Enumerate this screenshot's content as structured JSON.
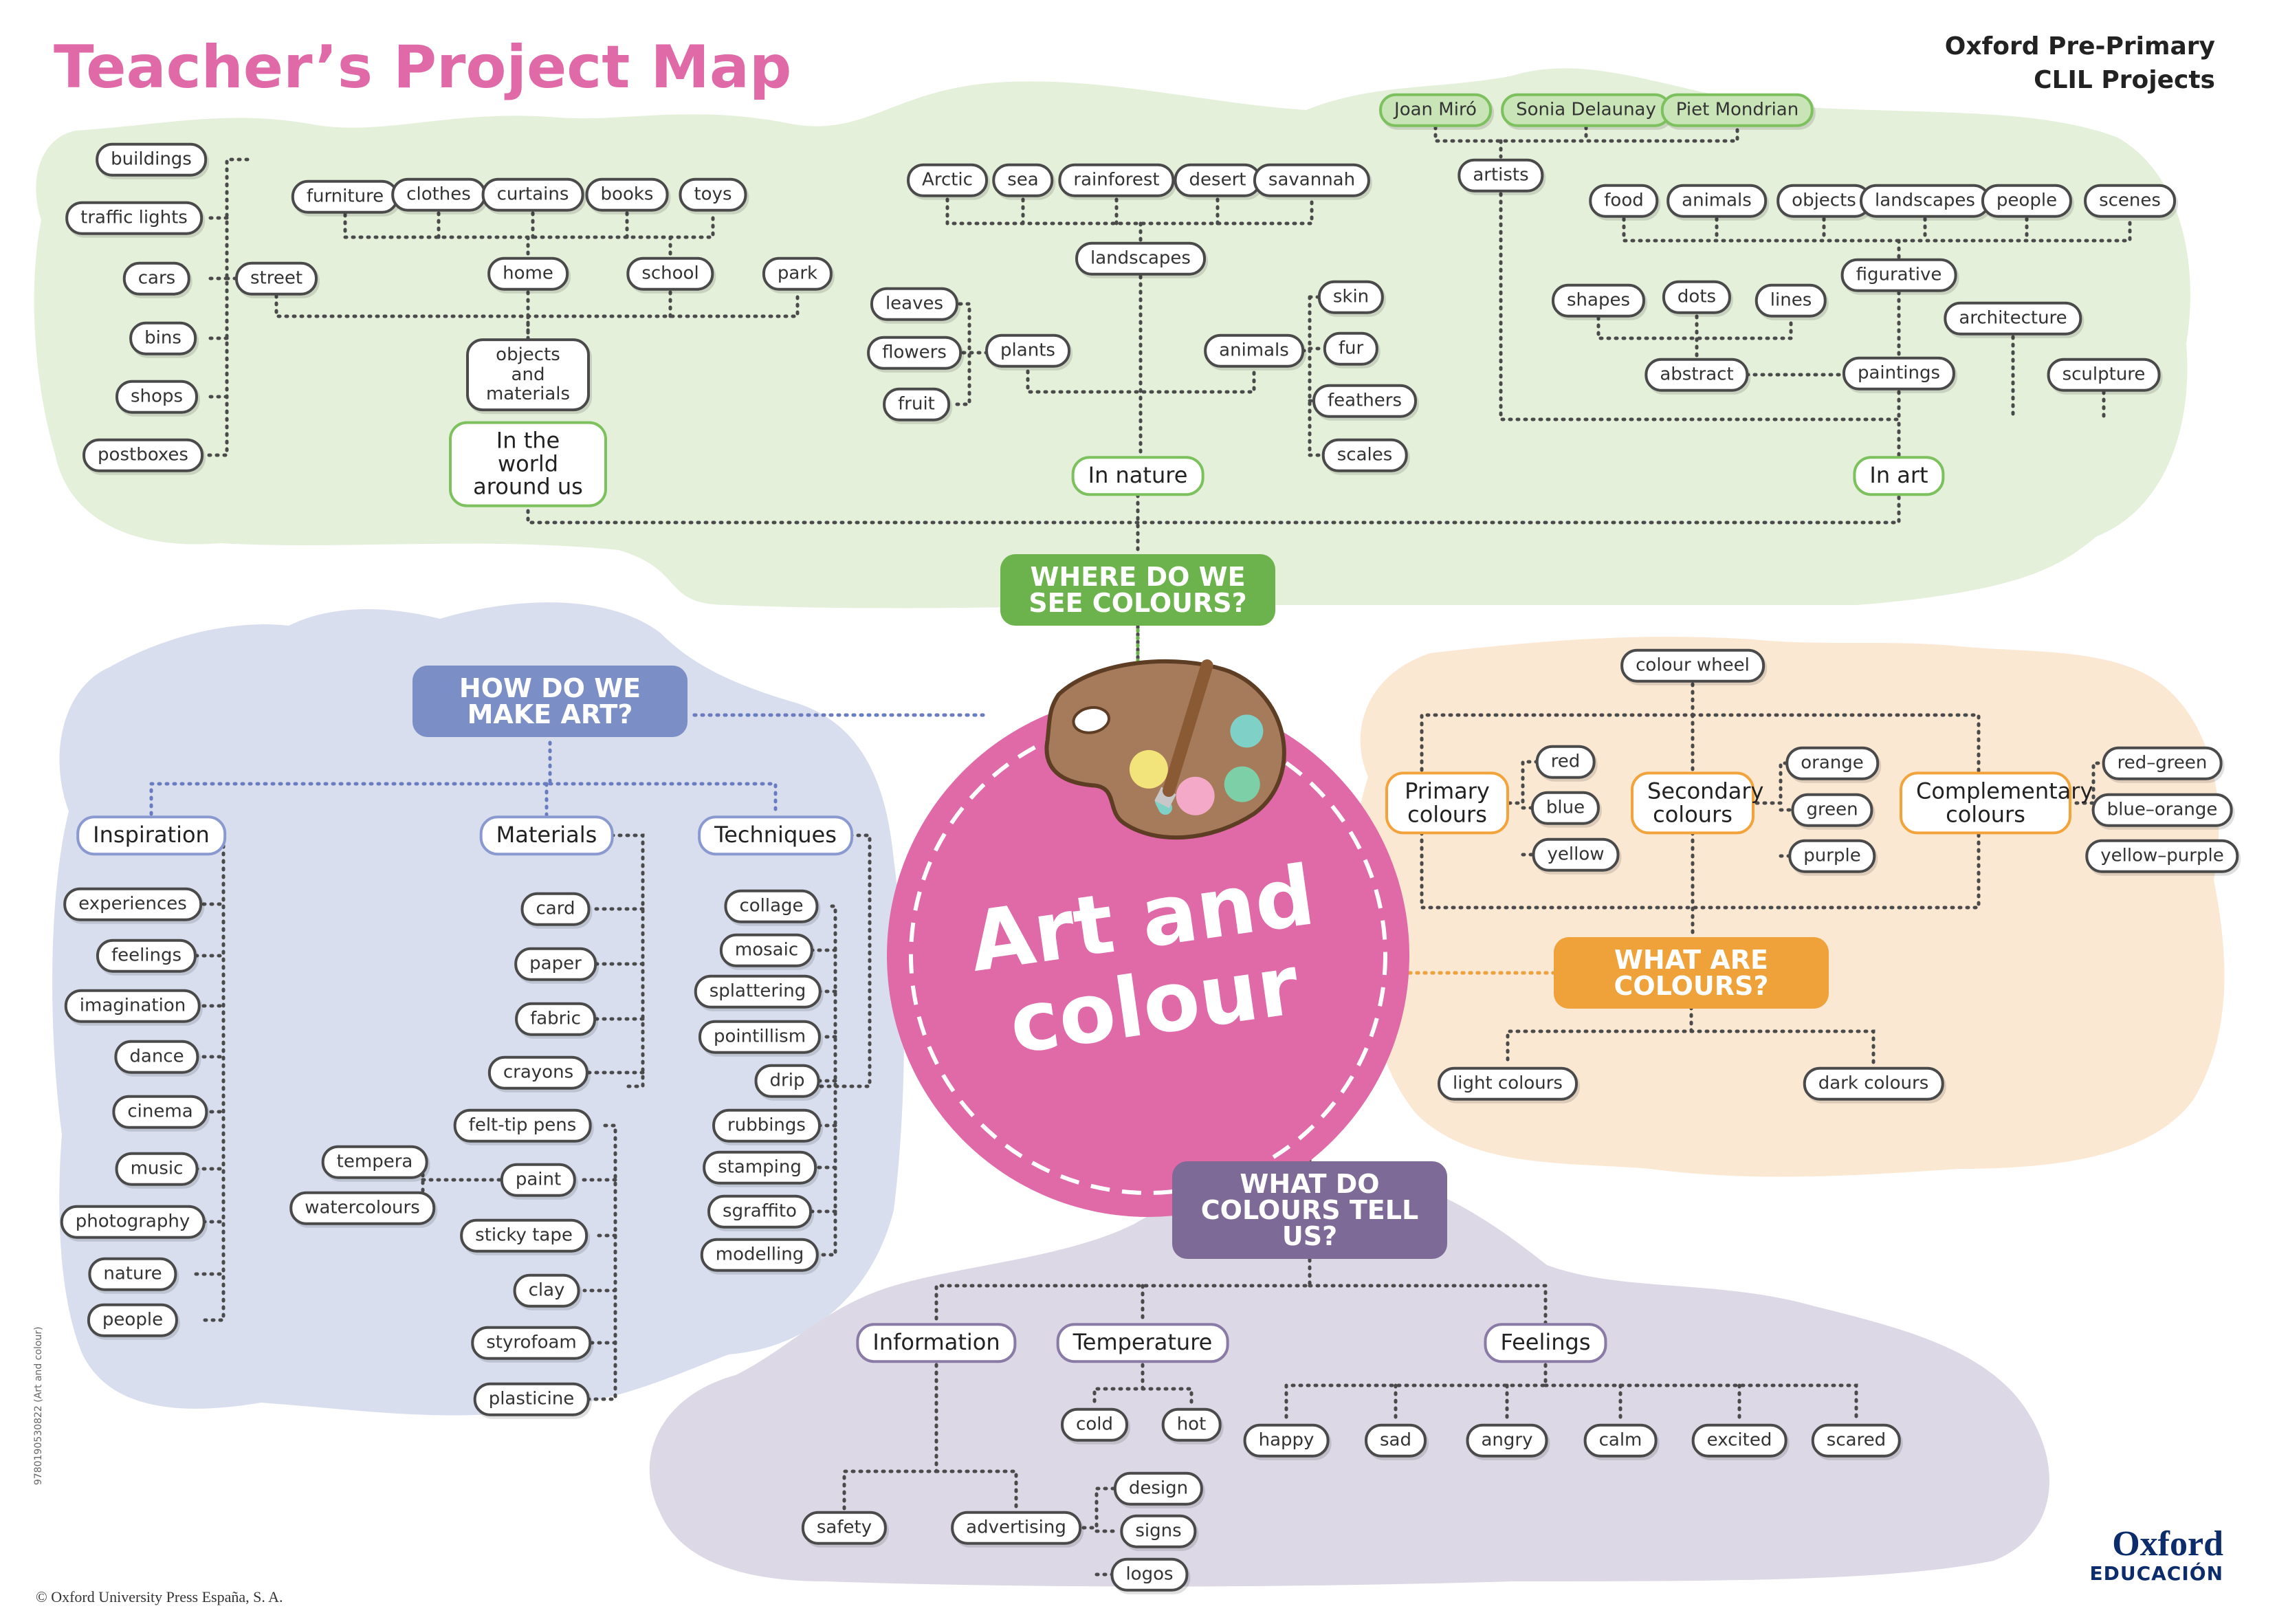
{
  "page": {
    "title": "Teacher’s Project Map",
    "brand_line1": "Oxford Pre-Primary",
    "brand_line2": "CLIL Projects",
    "copyright": "© Oxford University Press España, S. A.",
    "isbn": "9780190530822 (Art and colour)",
    "logo_line1": "Oxford",
    "logo_line2": "EDUCACIÓN"
  },
  "center": {
    "title": "Art and colour"
  },
  "colors": {
    "green_cloud": "#e4f0da",
    "blue_cloud": "#d9deee",
    "orange_cloud": "#fbe8d3",
    "purple_cloud": "#dcd8e5",
    "pink": "#e06aa8",
    "green_head": "#6cb34d",
    "blue_head": "#7b8ec6",
    "orange_head": "#f0a23a",
    "purple_head": "#7d6a96"
  },
  "heads": [
    {
      "id": "where",
      "label": "WHERE DO WE SEE COLOURS?",
      "color": "green"
    },
    {
      "id": "how",
      "label": "HOW DO WE MAKE ART?",
      "color": "blue"
    },
    {
      "id": "what",
      "label": "WHAT ARE COLOURS?",
      "color": "orange"
    },
    {
      "id": "tell",
      "label": "WHAT DO COLOURS TELL US?",
      "color": "purple"
    }
  ],
  "cats": [
    {
      "id": "world",
      "label": "In the world around us",
      "color": "green"
    },
    {
      "id": "nature",
      "label": "In nature",
      "color": "green"
    },
    {
      "id": "inart",
      "label": "In art",
      "color": "green"
    },
    {
      "id": "inspiration",
      "label": "Inspiration",
      "color": "blue"
    },
    {
      "id": "materials",
      "label": "Materials",
      "color": "blue"
    },
    {
      "id": "techniques",
      "label": "Techniques",
      "color": "blue"
    },
    {
      "id": "primary",
      "label": "Primary colours",
      "color": "orange"
    },
    {
      "id": "secondary",
      "label": "Secondary colours",
      "color": "orange"
    },
    {
      "id": "complementary",
      "label": "Complementary colours",
      "color": "orange"
    },
    {
      "id": "information",
      "label": "Information",
      "color": "purple"
    },
    {
      "id": "temperature",
      "label": "Temperature",
      "color": "purple"
    },
    {
      "id": "feelings",
      "label": "Feelings",
      "color": "purple"
    }
  ],
  "nodes": [
    {
      "id": "buildings",
      "label": "buildings"
    },
    {
      "id": "trafficlights",
      "label": "traffic lights"
    },
    {
      "id": "cars",
      "label": "cars"
    },
    {
      "id": "bins",
      "label": "bins"
    },
    {
      "id": "shops",
      "label": "shops"
    },
    {
      "id": "postboxes",
      "label": "postboxes"
    },
    {
      "id": "street",
      "label": "street"
    },
    {
      "id": "furniture",
      "label": "furniture"
    },
    {
      "id": "clothes",
      "label": "clothes"
    },
    {
      "id": "curtains",
      "label": "curtains"
    },
    {
      "id": "books",
      "label": "books"
    },
    {
      "id": "toys",
      "label": "toys"
    },
    {
      "id": "home",
      "label": "home"
    },
    {
      "id": "school",
      "label": "school"
    },
    {
      "id": "park",
      "label": "park"
    },
    {
      "id": "objects_materials",
      "label": "objects and materials"
    },
    {
      "id": "arctic",
      "label": "Arctic"
    },
    {
      "id": "sea",
      "label": "sea"
    },
    {
      "id": "rainforest",
      "label": "rainforest"
    },
    {
      "id": "desert",
      "label": "desert"
    },
    {
      "id": "savannah",
      "label": "savannah"
    },
    {
      "id": "landscapes_n",
      "label": "landscapes"
    },
    {
      "id": "leaves",
      "label": "leaves"
    },
    {
      "id": "flowers",
      "label": "flowers"
    },
    {
      "id": "fruit",
      "label": "fruit"
    },
    {
      "id": "plants",
      "label": "plants"
    },
    {
      "id": "animals_n",
      "label": "animals"
    },
    {
      "id": "skin",
      "label": "skin"
    },
    {
      "id": "fur",
      "label": "fur"
    },
    {
      "id": "feathers",
      "label": "feathers"
    },
    {
      "id": "scales",
      "label": "scales"
    },
    {
      "id": "miro",
      "label": "Joan Miró"
    },
    {
      "id": "delaunay",
      "label": "Sonia Delaunay"
    },
    {
      "id": "mondrian",
      "label": "Piet Mondrian"
    },
    {
      "id": "artists",
      "label": "artists"
    },
    {
      "id": "food",
      "label": "food"
    },
    {
      "id": "animals_a",
      "label": "animals"
    },
    {
      "id": "objects_a",
      "label": "objects"
    },
    {
      "id": "landscapes_a",
      "label": "landscapes"
    },
    {
      "id": "people_a",
      "label": "people"
    },
    {
      "id": "scenes",
      "label": "scenes"
    },
    {
      "id": "figurative",
      "label": "figurative"
    },
    {
      "id": "shapes",
      "label": "shapes"
    },
    {
      "id": "dots",
      "label": "dots"
    },
    {
      "id": "lines",
      "label": "lines"
    },
    {
      "id": "architecture",
      "label": "architecture"
    },
    {
      "id": "abstract",
      "label": "abstract"
    },
    {
      "id": "paintings",
      "label": "paintings"
    },
    {
      "id": "sculpture",
      "label": "sculpture"
    },
    {
      "id": "experiences",
      "label": "experiences"
    },
    {
      "id": "feelings_i",
      "label": "feelings"
    },
    {
      "id": "imagination",
      "label": "imagination"
    },
    {
      "id": "dance",
      "label": "dance"
    },
    {
      "id": "cinema",
      "label": "cinema"
    },
    {
      "id": "music",
      "label": "music"
    },
    {
      "id": "photography",
      "label": "photography"
    },
    {
      "id": "nature_i",
      "label": "nature"
    },
    {
      "id": "people_i",
      "label": "people"
    },
    {
      "id": "card",
      "label": "card"
    },
    {
      "id": "paper",
      "label": "paper"
    },
    {
      "id": "fabric",
      "label": "fabric"
    },
    {
      "id": "crayons",
      "label": "crayons"
    },
    {
      "id": "felttip",
      "label": "felt-tip pens"
    },
    {
      "id": "paint",
      "label": "paint"
    },
    {
      "id": "tempera",
      "label": "tempera"
    },
    {
      "id": "watercolours",
      "label": "watercolours"
    },
    {
      "id": "stickytape",
      "label": "sticky tape"
    },
    {
      "id": "clay",
      "label": "clay"
    },
    {
      "id": "styrofoam",
      "label": "styrofoam"
    },
    {
      "id": "plasticine",
      "label": "plasticine"
    },
    {
      "id": "collage",
      "label": "collage"
    },
    {
      "id": "mosaic",
      "label": "mosaic"
    },
    {
      "id": "splattering",
      "label": "splattering"
    },
    {
      "id": "pointillism",
      "label": "pointillism"
    },
    {
      "id": "drip",
      "label": "drip"
    },
    {
      "id": "rubbings",
      "label": "rubbings"
    },
    {
      "id": "stamping",
      "label": "stamping"
    },
    {
      "id": "sgraffito",
      "label": "sgraffito"
    },
    {
      "id": "modelling",
      "label": "modelling"
    },
    {
      "id": "colourwheel",
      "label": "colour wheel"
    },
    {
      "id": "red",
      "label": "red"
    },
    {
      "id": "blue",
      "label": "blue"
    },
    {
      "id": "yellow",
      "label": "yellow"
    },
    {
      "id": "orange",
      "label": "orange"
    },
    {
      "id": "green",
      "label": "green"
    },
    {
      "id": "purple",
      "label": "purple"
    },
    {
      "id": "redgreen",
      "label": "red–green"
    },
    {
      "id": "blueorange",
      "label": "blue–orange"
    },
    {
      "id": "yellowpurple",
      "label": "yellow–purple"
    },
    {
      "id": "light",
      "label": "light colours"
    },
    {
      "id": "dark",
      "label": "dark colours"
    },
    {
      "id": "cold",
      "label": "cold"
    },
    {
      "id": "hot",
      "label": "hot"
    },
    {
      "id": "happy",
      "label": "happy"
    },
    {
      "id": "sad",
      "label": "sad"
    },
    {
      "id": "angry",
      "label": "angry"
    },
    {
      "id": "calm",
      "label": "calm"
    },
    {
      "id": "excited",
      "label": "excited"
    },
    {
      "id": "scared",
      "label": "scared"
    },
    {
      "id": "safety",
      "label": "safety"
    },
    {
      "id": "advertising",
      "label": "advertising"
    },
    {
      "id": "design",
      "label": "design"
    },
    {
      "id": "signs",
      "label": "signs"
    },
    {
      "id": "logos",
      "label": "logos"
    }
  ]
}
